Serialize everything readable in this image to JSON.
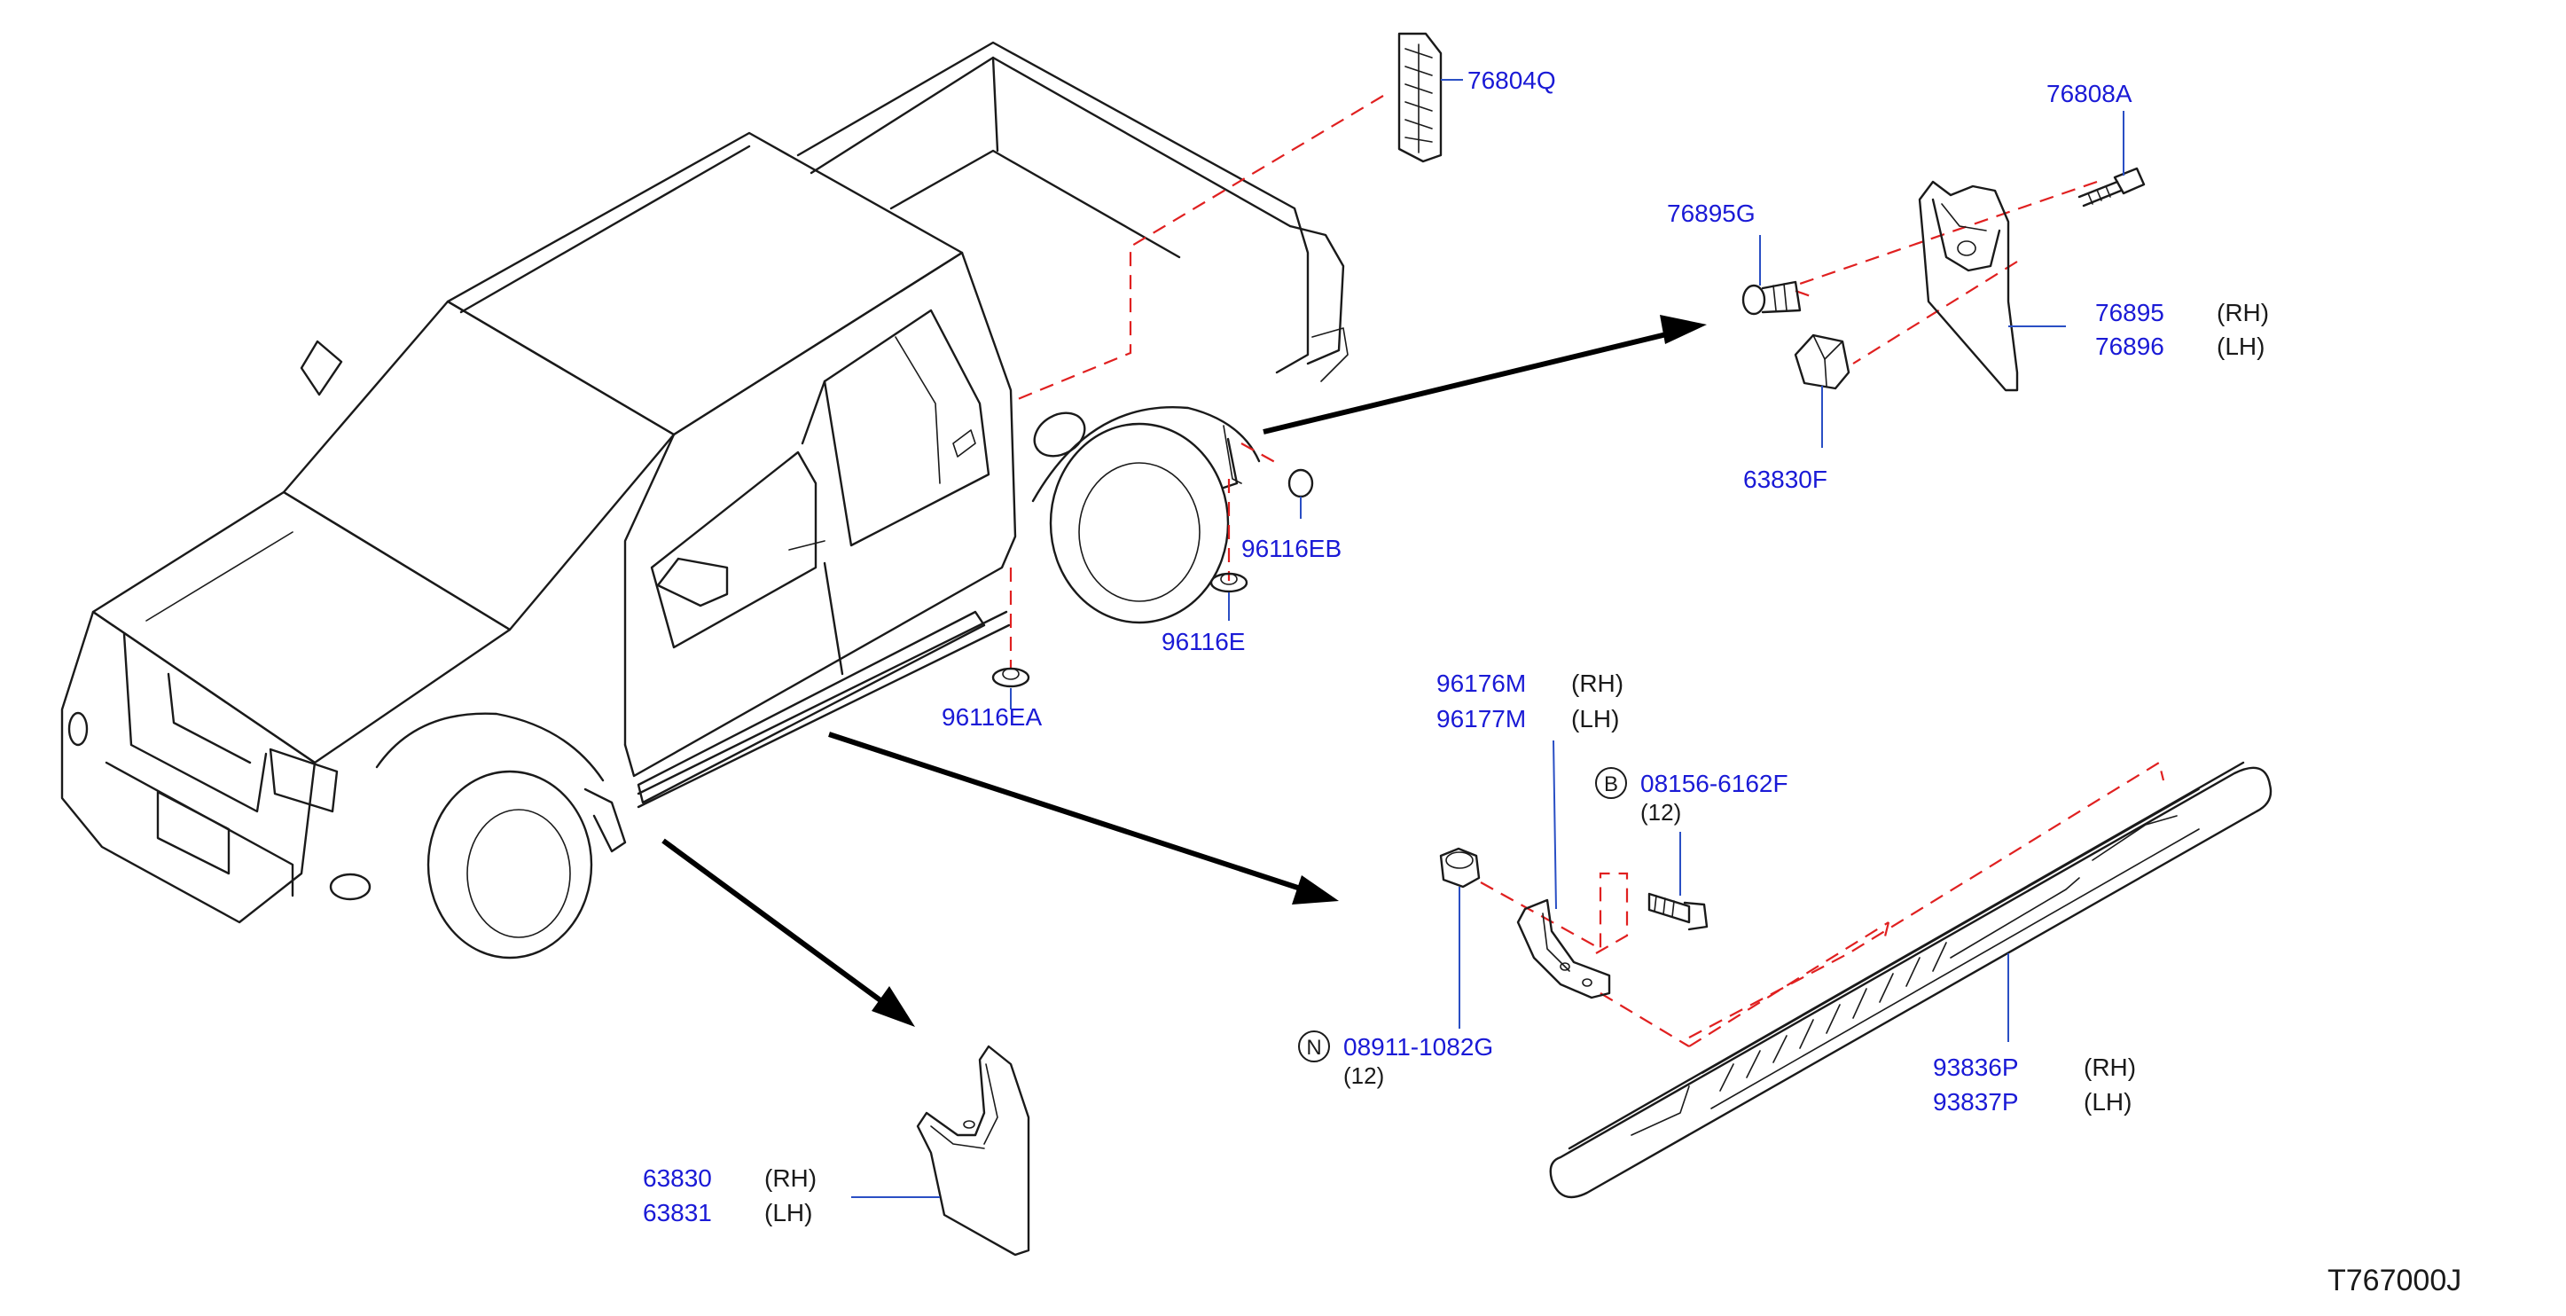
{
  "parts": {
    "p76804Q": "76804Q",
    "p76808A": "76808A",
    "p76895G": "76895G",
    "p76895": "76895",
    "p76896": "76896",
    "p63830F": "63830F",
    "p96116EB": "96116EB",
    "p96116E": "96116E",
    "p96116EA": "96116EA",
    "p96176M": "96176M",
    "p96177M": "96177M",
    "p08156": "08156-6162F",
    "p08911": "08911-1082G",
    "p93836P": "93836P",
    "p93837P": "93837P",
    "p63830": "63830",
    "p63831": "63831"
  },
  "sides": {
    "rh": "(RH)",
    "lh": "(LH)"
  },
  "quantities": {
    "bolt": "(12)",
    "nut": "(12)"
  },
  "callouts": {
    "bolt_marker": "B",
    "nut_marker": "N"
  },
  "diagram_code": "T767000J",
  "colors": {
    "part_number": "#1a1ad6",
    "leader": "#2a4fc4",
    "dash": "#e02020",
    "line": "#1a1a1a"
  }
}
